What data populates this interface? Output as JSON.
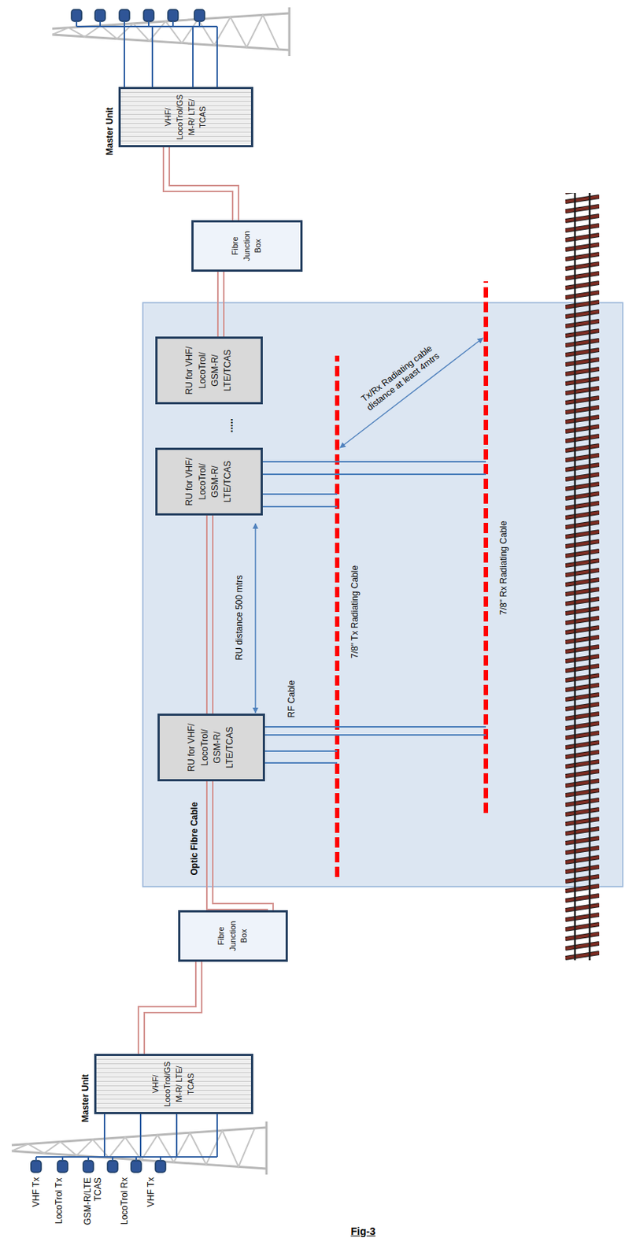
{
  "diagram": {
    "caption": "Fig-3",
    "nodes": [
      {
        "text": [
          "Master Unit",
          "VHF/ LocoTrol/GSM-R/ LTE/ TCAS"
        ]
      },
      {
        "text": [
          "Fibre Junction Box"
        ]
      },
      {
        "text": [
          "RU for VHF/ LocoTrol/ GSM-R/ LTE/TCAS"
        ]
      },
      {
        "text": [
          "RU for VHF/ LocoTrol/ GSM-R/ LTE/TCAS"
        ]
      },
      {
        "text": [
          "RU for VHF/ LocoTrol/ GSM-R/ LTE/TCAS"
        ]
      },
      {
        "text": [
          "Fibre Junction Box"
        ]
      },
      {
        "text": [
          "Master Unit",
          "VHF/ LocoTrol/GSM-R/ LTE/ TCAS"
        ]
      }
    ],
    "edges": [
      {
        "from": 0,
        "to": 1,
        "arrow": "none"
      },
      {
        "from": 1,
        "to": 2,
        "arrow": "none"
      },
      {
        "from": 3,
        "to": 4,
        "arrow": "none"
      },
      {
        "from": 4,
        "to": 5,
        "arrow": "none"
      },
      {
        "from": 5,
        "to": 6,
        "arrow": "none"
      }
    ],
    "labels": [
      "VHF Tx",
      "LocoTrol Tx",
      "GSM-R/LTE TCAS",
      "LocoTrol Rx",
      "VHF Tx",
      ".....",
      "RU distance 500 mtrs",
      "RF Cable",
      "Optic Fibre Cable",
      "7/8\" Tx Radiating Cable",
      "7/8\" Rx Radiating Cable",
      "Tx/Rx Radiating cable distance at least 4mtrs"
    ]
  }
}
